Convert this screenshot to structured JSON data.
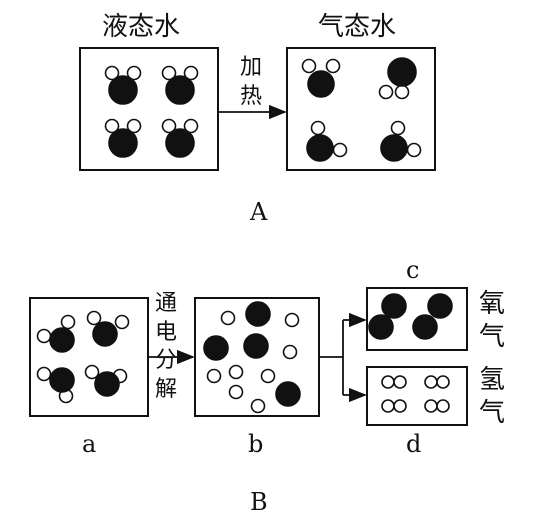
{
  "part_a": {
    "label": "A",
    "left_title": "液态水",
    "right_title": "气态水",
    "arrow_label": [
      "加",
      "热"
    ]
  },
  "part_b": {
    "label": "B",
    "arrow_label": [
      "通",
      "电",
      "分",
      "解"
    ],
    "box_labels": {
      "a": "a",
      "b": "b",
      "c": "c",
      "d": "d"
    },
    "gas_c": [
      "氧",
      "气"
    ],
    "gas_d": [
      "氢",
      "气"
    ]
  },
  "colors": {
    "ink": "#111111",
    "background": "#ffffff"
  }
}
